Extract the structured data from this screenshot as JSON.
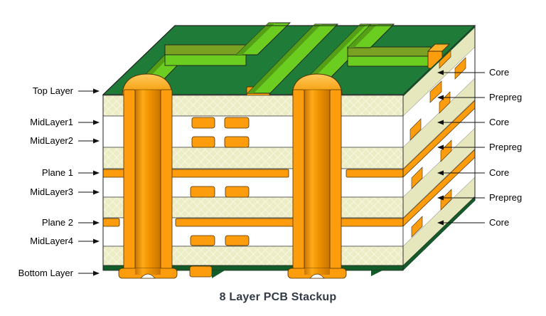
{
  "diagram": {
    "caption": "8 Layer PCB Stackup",
    "left_labels": [
      "Top Layer",
      "MidLayer1",
      "MidLayer2",
      "Plane 1",
      "MidLayer3",
      "Plane 2",
      "MidLayer4",
      "Bottom Layer"
    ],
    "right_labels": [
      "Core",
      "Prepreg",
      "Core",
      "Prepreg",
      "Core",
      "Prepreg",
      "Core"
    ],
    "colors": {
      "board_green": "#1f7c38",
      "board_edge_green": "#135c2a",
      "trace_green": "#6bcd20",
      "trace_top_olive": "#7ba122",
      "copper_orange": "#fd9c0d",
      "copper_light": "#ffc95e",
      "core_cream": "#ecedc5",
      "prepreg_white": "#ffffff",
      "label_text": "#000000",
      "caption_text": "#323a45"
    }
  }
}
